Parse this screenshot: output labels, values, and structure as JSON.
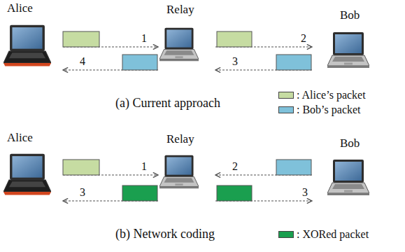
{
  "diagram": {
    "nodes": [
      {
        "text": [
          "Alice"
        ]
      },
      {
        "text": [
          "Relay"
        ]
      },
      {
        "text": [
          "Bob"
        ]
      },
      {
        "text": [
          "Alice"
        ]
      },
      {
        "text": [
          "Relay"
        ]
      },
      {
        "text": [
          "Bob"
        ]
      }
    ],
    "edges": [
      {
        "from": 0,
        "to": 1,
        "arrow": "to",
        "label": "1"
      },
      {
        "from": 1,
        "to": 2,
        "arrow": "to",
        "label": "2"
      },
      {
        "from": 2,
        "to": 1,
        "arrow": "to",
        "label": "3"
      },
      {
        "from": 1,
        "to": 0,
        "arrow": "to",
        "label": "4"
      },
      {
        "from": 3,
        "to": 4,
        "arrow": "to",
        "label": "1"
      },
      {
        "from": 5,
        "to": 4,
        "arrow": "to",
        "label": "2"
      },
      {
        "from": 4,
        "to": 3,
        "arrow": "to",
        "label": "3"
      },
      {
        "from": 4,
        "to": 5,
        "arrow": "to",
        "label": "3"
      }
    ],
    "labels": [
      "(a) Current approach",
      "(b) Network coding"
    ],
    "legend": [
      {
        "text": ": Alice’s packet",
        "color": "#c6dca2"
      },
      {
        "text": ": Bob’s packet",
        "color": "#7fc1da"
      },
      {
        "text": ": XORed packet",
        "color": "#1a9f4f"
      }
    ]
  }
}
